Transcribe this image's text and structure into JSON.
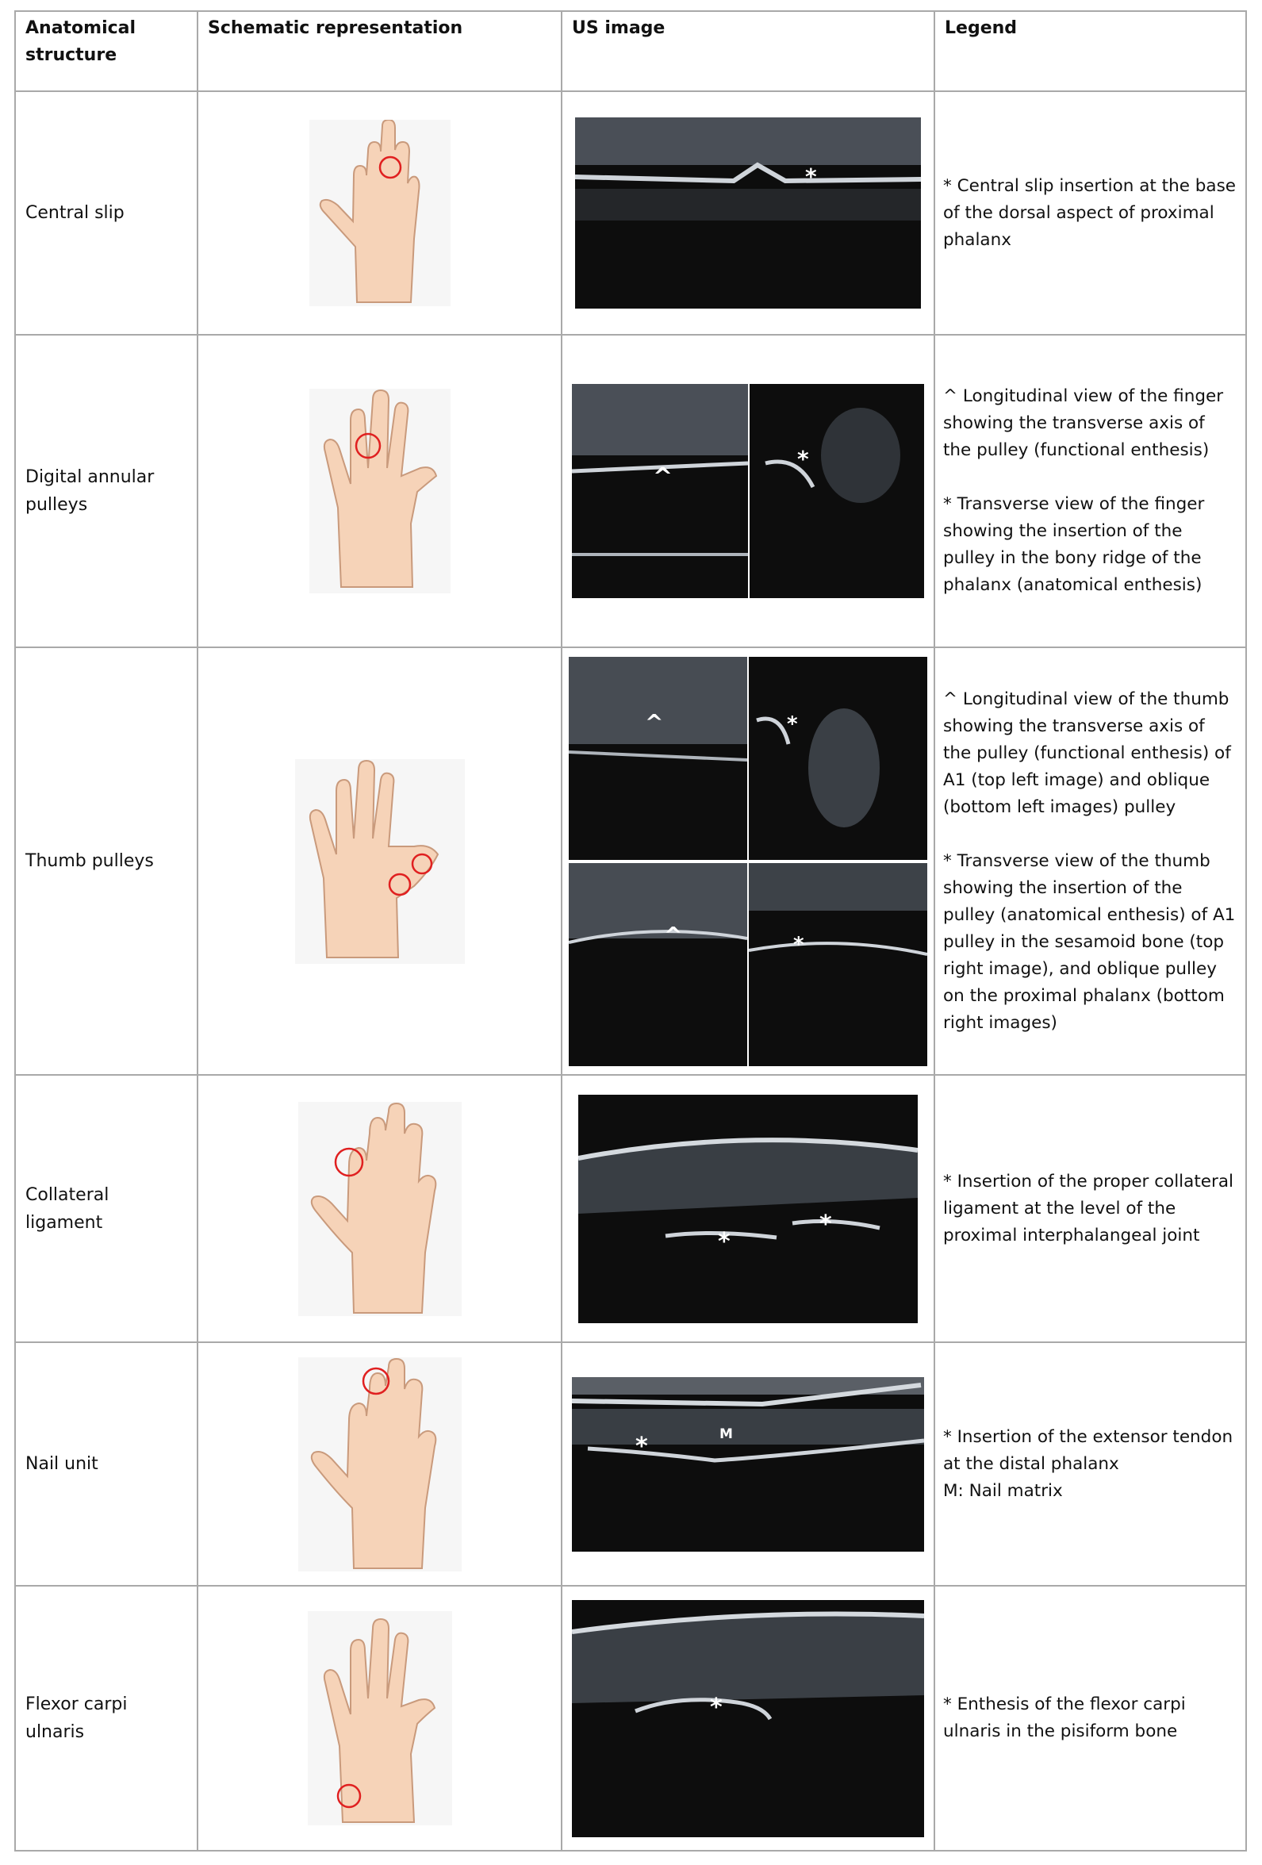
{
  "headers": {
    "structure": "Anatomical structure",
    "schematic": "Schematic representation",
    "us": "US image",
    "legend": "Legend"
  },
  "rows": [
    {
      "structure": "Central slip",
      "legend": [
        "* Central slip insertion at the base of the dorsal aspect of proximal phalanx"
      ],
      "markers": [
        "*"
      ],
      "hand_view": "dorsal"
    },
    {
      "structure": "Digital annular pulleys",
      "legend": [
        "^ Longitudinal view of the finger showing the transverse axis of the pulley (functional enthesis)",
        "* Transverse view of the finger showing the insertion of the pulley in the bony ridge of the phalanx (anatomical enthesis)"
      ],
      "markers": [
        "^",
        "*"
      ],
      "hand_view": "palmar"
    },
    {
      "structure": "Thumb pulleys",
      "legend": [
        "^ Longitudinal view of the thumb showing the transverse axis of the pulley (functional enthesis) of A1 (top left image) and oblique (bottom left images) pulley",
        "* Transverse view of the thumb showing the insertion of the pulley (anatomical enthesis) of A1 pulley in the sesamoid bone (top right image), and oblique pulley on the proximal phalanx (bottom right images)"
      ],
      "markers": [
        "^",
        "*",
        "^",
        "*"
      ],
      "hand_view": "palmar"
    },
    {
      "structure": "Collateral ligament",
      "legend": [
        "* Insertion of the proper collateral ligament at the level of the proximal interphalangeal joint"
      ],
      "markers": [
        "*",
        "*"
      ],
      "hand_view": "dorsal"
    },
    {
      "structure": "Nail unit",
      "legend": [
        "* Insertion of the extensor tendon at the distal phalanx\nM: Nail matrix"
      ],
      "markers": [
        "*",
        "M"
      ],
      "hand_view": "dorsal"
    },
    {
      "structure": "Flexor carpi ulnaris",
      "legend": [
        "* Enthesis of the flexor carpi ulnaris in the pisiform bone"
      ],
      "markers": [
        "*"
      ],
      "hand_view": "palmar"
    }
  ],
  "colors": {
    "border": "#a9a9a9",
    "circle": "#e02020",
    "skin": "#f6d3b8",
    "ultrasound_bg": "#0b0b0b"
  }
}
